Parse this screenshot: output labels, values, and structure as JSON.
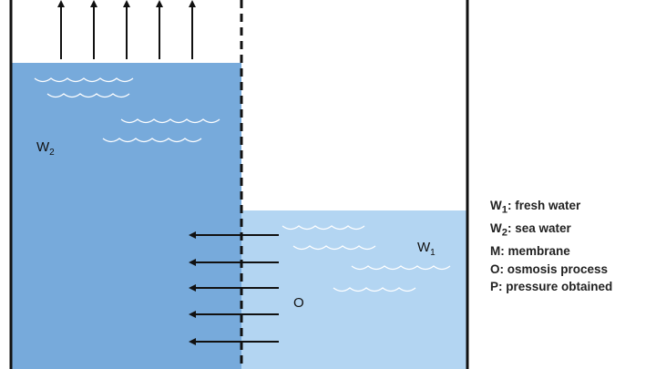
{
  "diagram": {
    "labels": {
      "w2_letter": "W",
      "w2_sub": "2",
      "w1_letter": "W",
      "w1_sub": "1",
      "o_label": "O"
    },
    "legend": [
      {
        "sym": "W",
        "sub": "1",
        "text": ": fresh water"
      },
      {
        "sym": "W",
        "sub": "2",
        "text": ": sea water"
      },
      {
        "sym": "M",
        "sub": "",
        "text": ": membrane"
      },
      {
        "sym": "O",
        "sub": "",
        "text": ": osmosis process"
      },
      {
        "sym": "P",
        "sub": "",
        "text": ": pressure obtained"
      }
    ],
    "colors": {
      "sea_water": "#77aadb",
      "fresh_water": "#b3d5f2",
      "wave_stroke": "#ffffff",
      "arrow": "#111111",
      "container": "#111111"
    }
  }
}
